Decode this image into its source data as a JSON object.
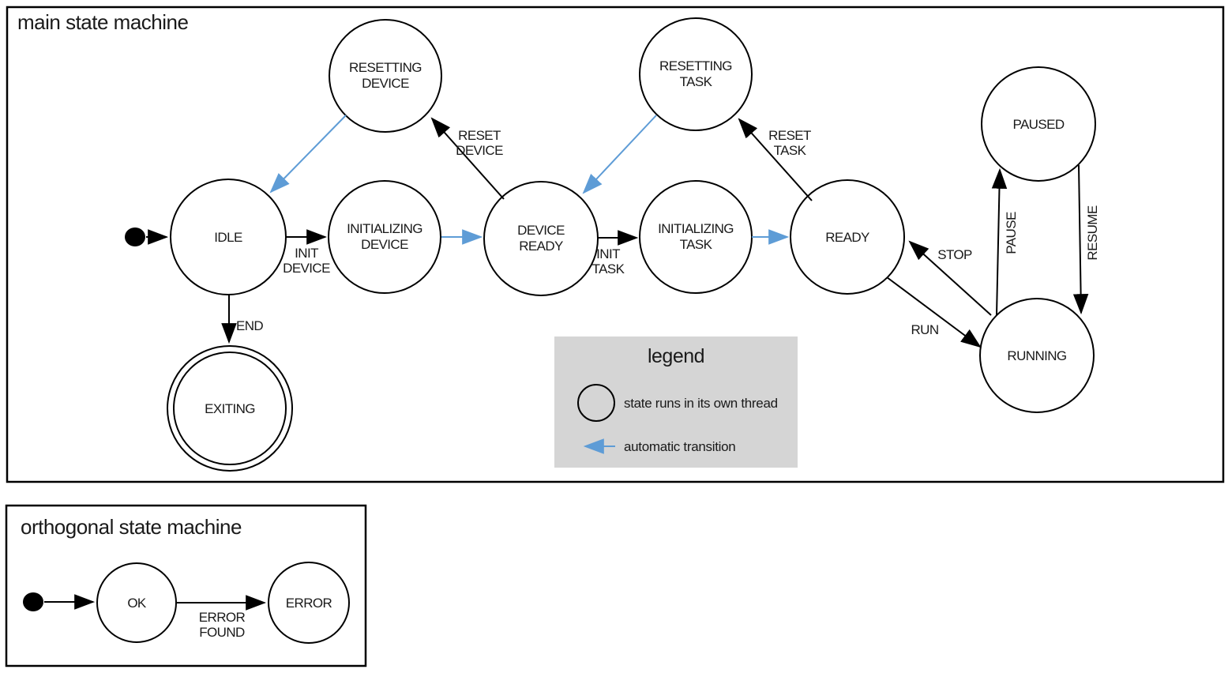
{
  "colors": {
    "threaded_state_fill": "#b4c7e7",
    "node_stroke": "#000000",
    "automatic_transition_blue": "#5e9cd6",
    "legend_background": "#d5d5d5",
    "frame_border": "#000000",
    "background": "#ffffff"
  },
  "main_machine": {
    "title": "main state machine",
    "states": {
      "idle": {
        "label": "IDLE"
      },
      "resetting_device": {
        "line1": "RESETTING",
        "line2": "DEVICE"
      },
      "initializing_device": {
        "line1": "INITIALIZING",
        "line2": "DEVICE"
      },
      "device_ready": {
        "line1": "DEVICE",
        "line2": "READY"
      },
      "resetting_task": {
        "line1": "RESETTING",
        "line2": "TASK"
      },
      "initializing_task": {
        "line1": "INITIALIZING",
        "line2": "TASK"
      },
      "ready": {
        "label": "READY"
      },
      "paused": {
        "label": "PAUSED"
      },
      "running": {
        "label": "RUNNING"
      },
      "exiting": {
        "label": "EXITING"
      }
    },
    "transitions": {
      "init_device": {
        "line1": "INIT",
        "line2": "DEVICE"
      },
      "init_task": {
        "line1": "INIT",
        "line2": "TASK"
      },
      "reset_device": {
        "line1": "RESET",
        "line2": "DEVICE"
      },
      "reset_task": {
        "line1": "RESET",
        "line2": "TASK"
      },
      "end": {
        "label": "END"
      },
      "run": {
        "label": "RUN"
      },
      "stop": {
        "label": "STOP"
      },
      "pause": {
        "label": "PAUSE"
      },
      "resume": {
        "label": "RESUME"
      }
    }
  },
  "legend": {
    "title": "legend",
    "items": {
      "thread_state": "state runs in its own thread",
      "automatic_transition": "automatic transition"
    }
  },
  "orthogonal_machine": {
    "title": "orthogonal state machine",
    "states": {
      "ok": {
        "label": "OK"
      },
      "error": {
        "label": "ERROR"
      }
    },
    "transitions": {
      "error_found": {
        "line1": "ERROR",
        "line2": "FOUND"
      }
    }
  }
}
